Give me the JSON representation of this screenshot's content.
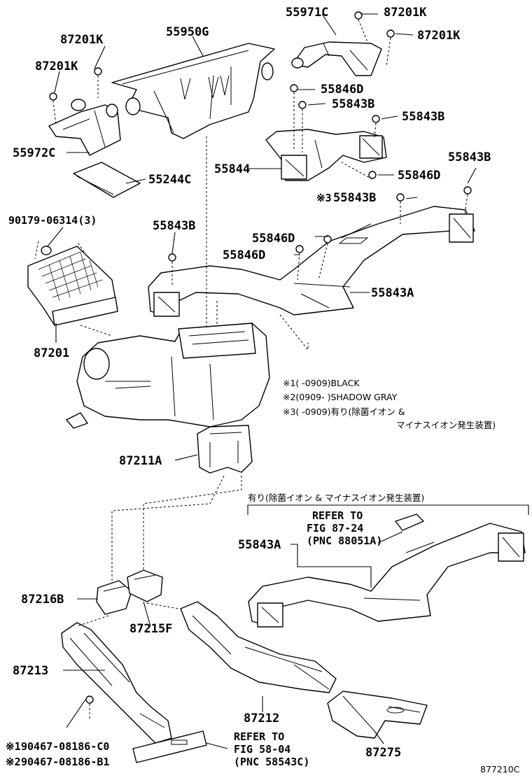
{
  "parts": {
    "p55971C": "55971C",
    "p87201K_a": "87201K",
    "p87201K_b": "87201K",
    "p55950G": "55950G",
    "p87201K_c": "87201K",
    "p87201K_d": "87201K",
    "p55846D_a": "55846D",
    "p55843B_a": "55843B",
    "p55843B_b": "55843B",
    "p55972C": "55972C",
    "p55844": "55844",
    "p55843B_c": "55843B",
    "p55846D_b": "55846D",
    "p55244C": "55244C",
    "p55843B_d": "55843B",
    "p90179": "90179-06314(3)",
    "p55843B_e": "55843B",
    "p55846D_c": "55846D",
    "p55846D_d": "55846D",
    "p55843A_a": "55843A",
    "p87201": "87201",
    "p87211A": "87211A",
    "p55843A_b": "55843A",
    "p87216B": "87216B",
    "p87215F": "87215F",
    "p87213": "87213",
    "p87212": "87212",
    "p87275": "87275",
    "p90467_c0": "90467-08186-C0",
    "p90467_b1": "90467-08186-B1"
  },
  "marks": {
    "m3": "※3",
    "m1_bolt": "※1",
    "m2_bolt": "※2"
  },
  "notes": {
    "n1": "※1(      -0909)BLACK",
    "n2": "※2(0909-      )SHADOW GRAY",
    "n3a": "※3(      -0909)有り(除菌イオン  &",
    "n3b": "マイナスイオン発生装置)",
    "bracket": "有り(除菌イオン  &  マイナスイオン発生装置)"
  },
  "refs": {
    "r1_l1": "REFER TO",
    "r1_l2": "FIG 87-24",
    "r1_l3": "(PNC 88051A)",
    "r2_l1": "REFER TO",
    "r2_l2": "FIG 58-04",
    "r2_l3": "(PNC 58543C)"
  },
  "figure_id": "877210C"
}
